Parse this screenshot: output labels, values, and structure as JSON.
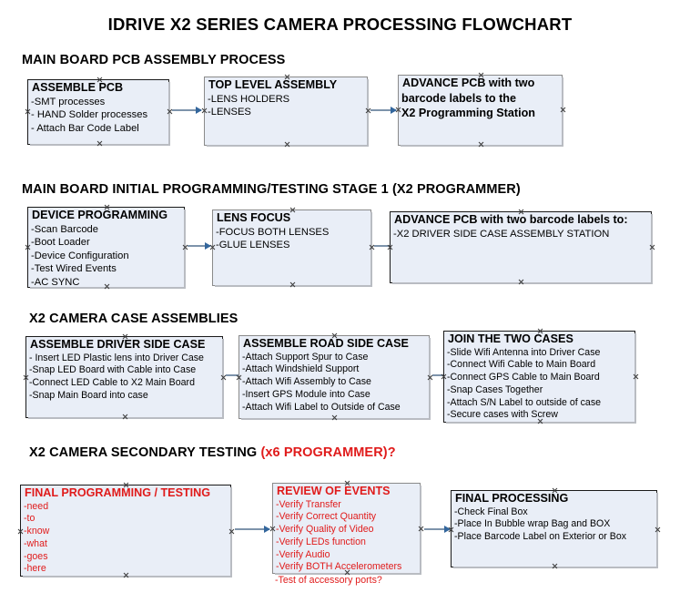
{
  "title": "IDRIVE X2  SERIES CAMERA PROCESSING FLOWCHART",
  "sections": [
    {
      "id": "main-board-pcb-assembly",
      "heading": "MAIN BOARD PCB ASSEMBLY PROCESS"
    },
    {
      "id": "main-board-initial-programming",
      "heading": "MAIN BOARD INITIAL PROGRAMMING/TESTING STAGE 1 (X2 PROGRAMMER)"
    },
    {
      "id": "x2-camera-case-assemblies",
      "heading": "X2 CAMERA CASE ASSEMBLIES"
    },
    {
      "id": "x2-camera-secondary-testing",
      "heading": "X2 CAMERA SECONDARY TESTING ",
      "heading_red": "(x6 PROGRAMMER)?"
    }
  ],
  "boxes": {
    "assemble_pcb": {
      "title": "ASSEMBLE PCB",
      "lines": [
        "-SMT processes",
        "- HAND Solder processes",
        "- Attach Bar Code Label"
      ]
    },
    "top_level_assembly": {
      "title": "TOP LEVEL ASSEMBLY",
      "lines": [
        "-LENS HOLDERS",
        "-LENSES"
      ]
    },
    "advance_pcb_station": {
      "title": "ADVANCE PCB with two",
      "lines": [
        "barcode labels to the",
        " X2 Programming Station"
      ]
    },
    "device_programming": {
      "title": "DEVICE PROGRAMMING",
      "lines": [
        "-Scan Barcode",
        "-Boot Loader",
        "-Device Configuration",
        "-Test Wired Events",
        "-AC SYNC"
      ]
    },
    "lens_focus": {
      "title": "LENS FOCUS",
      "lines": [
        "-FOCUS BOTH LENSES",
        "-GLUE LENSES"
      ]
    },
    "advance_pcb_driver_side": {
      "title": "ADVANCE PCB with two barcode labels to:",
      "lines": [
        "-X2 DRIVER  SIDE  CASE  ASSEMBLY STATION"
      ]
    },
    "assemble_driver_side_case": {
      "title": "ASSEMBLE DRIVER SIDE CASE",
      "lines": [
        "- Insert LED Plastic lens into Driver Case",
        "-Snap LED Board with Cable into Case",
        "-Connect LED Cable to X2 Main Board",
        "-Snap Main Board into case"
      ]
    },
    "assemble_road_side_case": {
      "title": "ASSEMBLE ROAD SIDE CASE",
      "lines": [
        "-Attach Support Spur to Case",
        "-Attach Windshield Support",
        "-Attach Wifi Assembly to Case",
        "-Insert GPS Module into Case",
        "-Attach Wifi Label to Outside of Case"
      ]
    },
    "join_the_two_cases": {
      "title": "JOIN THE TWO CASES",
      "lines": [
        "-Slide Wifi Antenna into Driver Case",
        "-Connect Wifi Cable to Main Board",
        "-Connect GPS Cable to Main Board",
        "-Snap Cases Together",
        "-Attach S/N Label to outside of case",
        "-Secure cases with Screw"
      ]
    },
    "final_programming_testing": {
      "title": "FINAL PROGRAMMING / TESTING",
      "lines": [
        "-need",
        "-to",
        "-know",
        "-what",
        "-goes",
        "-here"
      ]
    },
    "review_of_events": {
      "title": "REVIEW OF EVENTS",
      "lines": [
        "-Verify Transfer",
        "-Verify Correct Quantity",
        "-Verify Quality of Video",
        "-Verify LEDs function",
        "-Verify Audio",
        "-Verify BOTH Accelerometers"
      ],
      "overflow_line": "-Test of accessory ports?"
    },
    "final_processing": {
      "title": "FINAL PROCESSING",
      "lines": [
        " -Check Final Box",
        "-Place In Bubble wrap Bag and BOX",
        "-Place Barcode Label on Exterior or Box"
      ]
    }
  },
  "colors": {
    "box_fill": "#e9eef7",
    "box_border_dark": "#1a1a1a",
    "box_border_gray": "#7f7f7f",
    "accent_red": "#e01b1b",
    "arrow": "#7d93ab",
    "arrow_head": "#33669c"
  }
}
